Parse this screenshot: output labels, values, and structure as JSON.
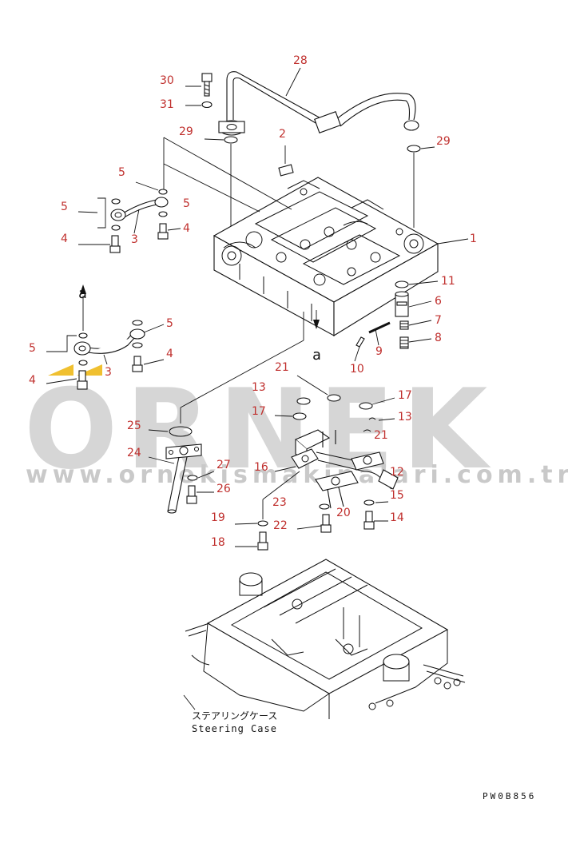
{
  "watermark": {
    "brand": "ORNEK",
    "url": "www.ornekismakinalari.com.tr",
    "logo_color": "#f0c030",
    "text_color": "#cccccc"
  },
  "callout_color": "#c0302e",
  "callouts": {
    "c30": "30",
    "c31": "31",
    "c28": "28",
    "c29a": "29",
    "c2": "2",
    "c29b": "29",
    "c5a": "5",
    "c5b": "5",
    "c5c": "5",
    "c3a": "3",
    "c4a": "4",
    "c4b": "4",
    "c1": "1",
    "c11": "11",
    "c6": "6",
    "c7": "7",
    "c8": "8",
    "c9": "9",
    "c10": "10",
    "c5d": "5",
    "c5e": "5",
    "c3b": "3",
    "c4c": "4",
    "c4d": "4",
    "c21a": "21",
    "c13a": "13",
    "c17a": "17",
    "c17b": "17",
    "c13b": "13",
    "c21b": "21",
    "c25": "25",
    "c24": "24",
    "c27": "27",
    "c26": "26",
    "c16": "16",
    "c12": "12",
    "c23": "23",
    "c15": "15",
    "c20": "20",
    "c19": "19",
    "c22": "22",
    "c14": "14",
    "c18": "18"
  },
  "view_markers": {
    "top": "a",
    "bottom": "a"
  },
  "steering_case": {
    "jp": "ステアリングケース",
    "en": "Steering Case"
  },
  "drawing_code": "PW0B856"
}
